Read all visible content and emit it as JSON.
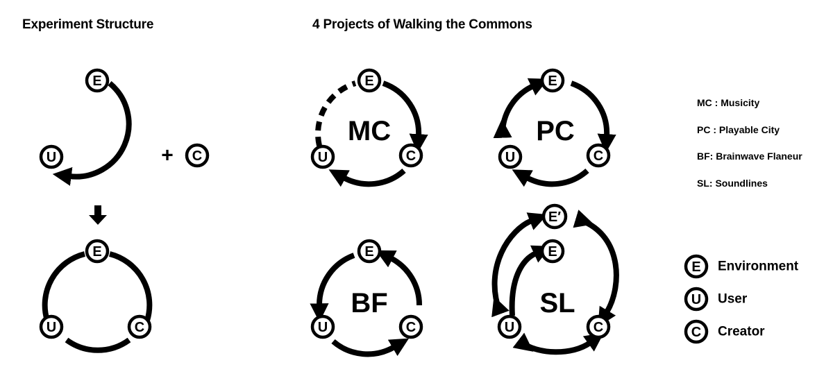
{
  "headings": {
    "experiment": "Experiment Structure",
    "projects": "4 Projects of Walking the Commons"
  },
  "nodes": {
    "environment": "E",
    "user": "U",
    "creator": "C",
    "environment_prime": "E′"
  },
  "plus_sign": "+",
  "projects": [
    {
      "abbr": "MC",
      "name": "Musicity"
    },
    {
      "abbr": "PC",
      "name": "Playable City"
    },
    {
      "abbr": "BF",
      "name": "Brainwave Flaneur"
    },
    {
      "abbr": "SL",
      "name": "Soundlines"
    }
  ],
  "abbreviation_legend": [
    "MC : Musicity",
    "PC : Playable City",
    "BF: Brainwave Flaneur",
    "SL: Soundlines"
  ],
  "node_legend": [
    {
      "letter": "E",
      "label": "Environment"
    },
    {
      "letter": "U",
      "label": "User"
    },
    {
      "letter": "C",
      "label": "Creator"
    }
  ],
  "colors": {
    "ink": "#000000",
    "background": "#ffffff"
  }
}
